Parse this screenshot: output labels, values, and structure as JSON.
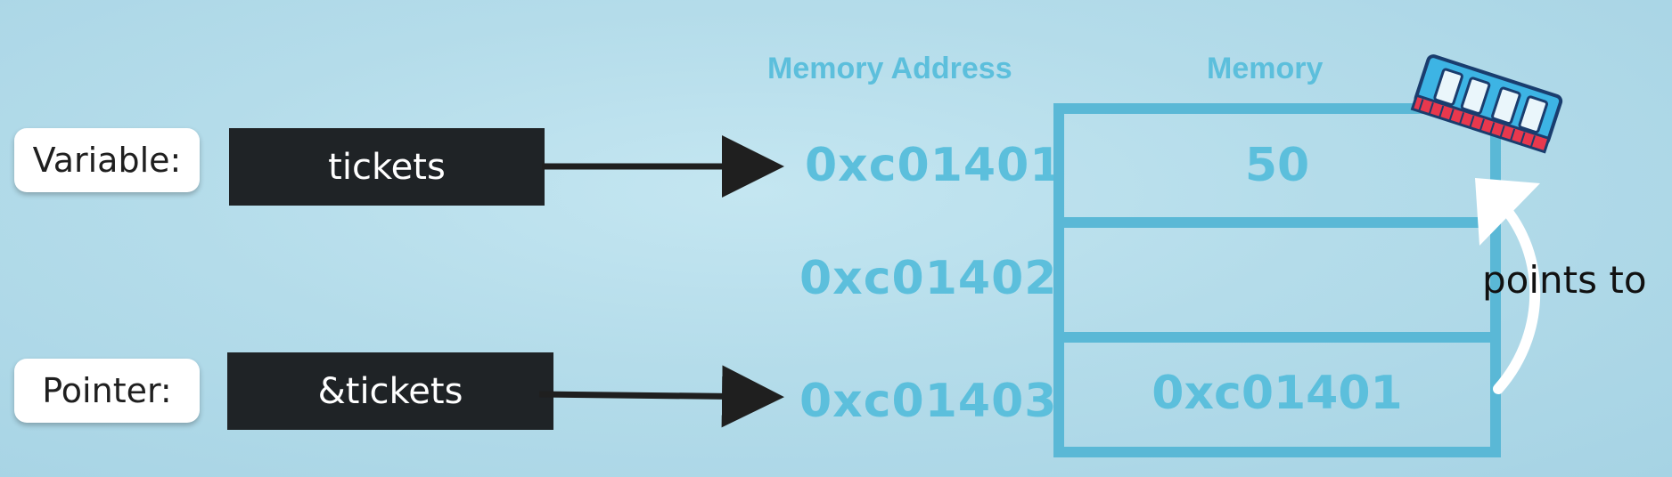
{
  "labels": {
    "variable_label": "Variable:",
    "pointer_label": "Pointer:",
    "variable_name": "tickets",
    "pointer_name": "&tickets"
  },
  "headers": {
    "address": "Memory Address",
    "memory": "Memory"
  },
  "addresses": [
    "0xc01401",
    "0xc01402",
    "0xc01403"
  ],
  "memory_cells": [
    "50",
    "",
    "0xc01401"
  ],
  "annotation": "points to",
  "colors": {
    "accent": "#5cbfdc",
    "dark_box": "#1f2326",
    "background": "#b4dcea"
  },
  "icons": {
    "ram": "ram-chip-icon"
  }
}
